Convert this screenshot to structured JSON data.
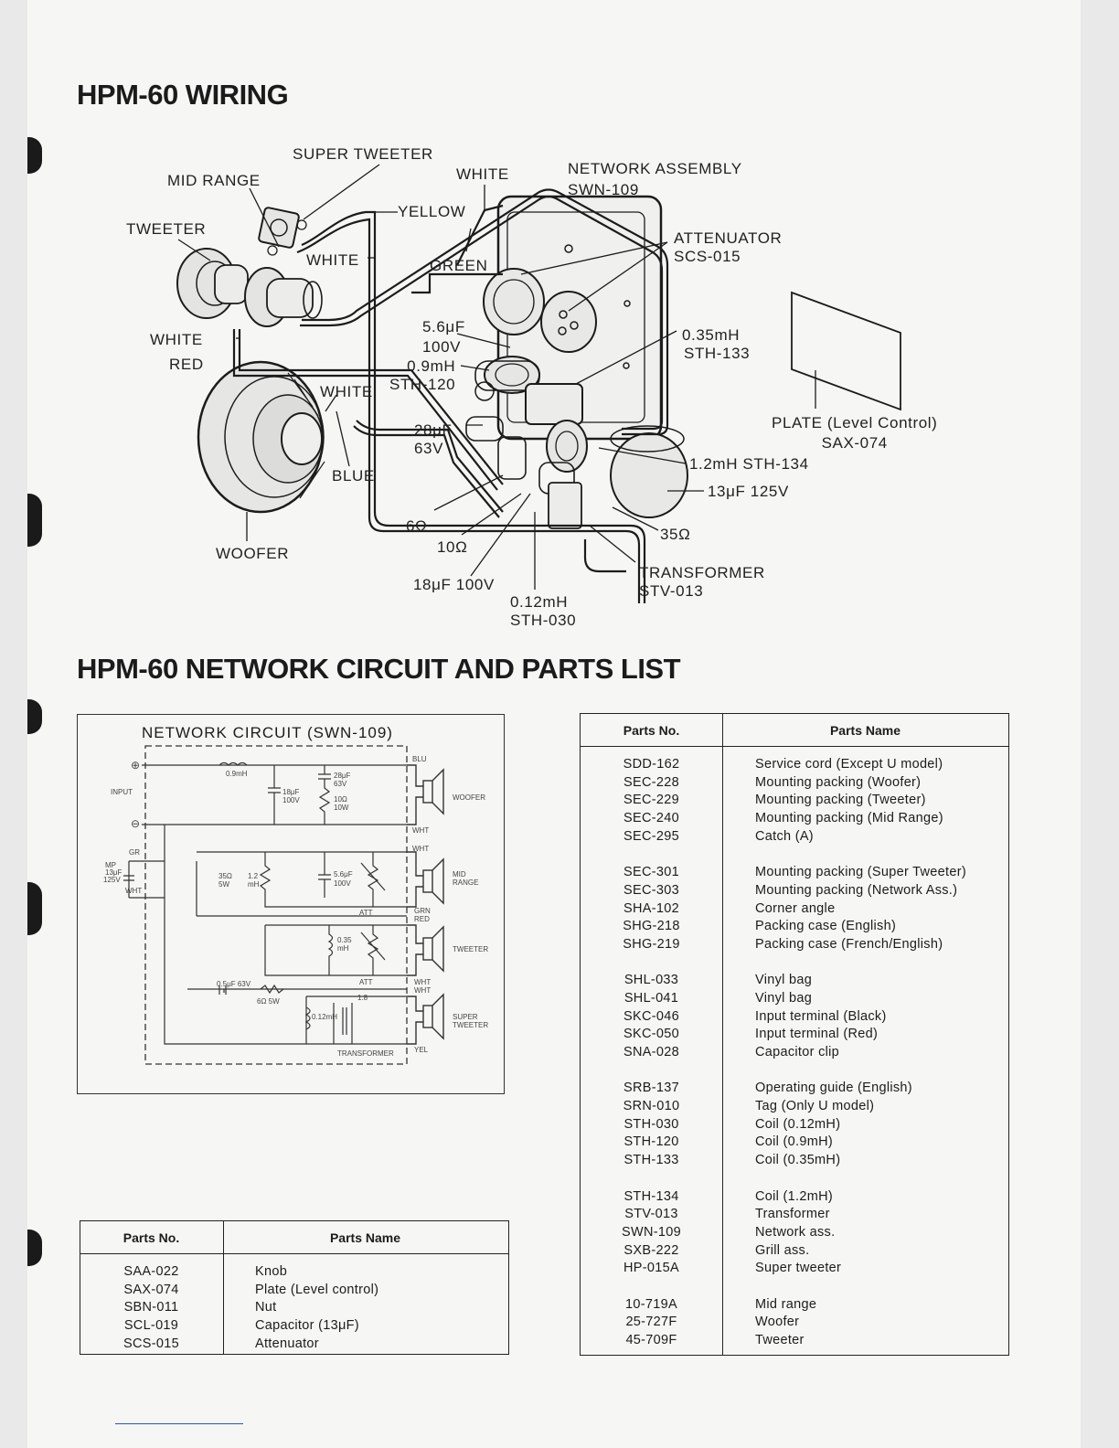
{
  "wiring": {
    "title": "HPM-60 WIRING",
    "labels": {
      "super_tweeter": "SUPER TWEETER",
      "mid_range": "MID RANGE",
      "tweeter": "TWEETER",
      "white_top": "WHITE",
      "network_assembly": "NETWORK ASSEMBLY",
      "network_code": "SWN-109",
      "yellow": "YELLOW",
      "white_mid": "WHITE",
      "green": "GREEN",
      "attenuator": "ATTENUATOR",
      "attenuator_code": "SCS-015",
      "cap_56": "5.6μF",
      "cap_56_v": "100V",
      "coil_09": "0.9mH",
      "coil_09_code": "STH-120",
      "coil_035": "0.35mH",
      "coil_035_code": "STH-133",
      "white_left": "WHITE",
      "red": "RED",
      "white_woofer": "WHITE",
      "plate": "PLATE (Level Control)",
      "plate_code": "SAX-074",
      "cap_28": "28μF",
      "cap_28_v": "63V",
      "blue": "BLUE",
      "coil_12": "1.2mH STH-134",
      "cap_13": "13μF 125V",
      "res_6": "6Ω",
      "res_10": "10Ω",
      "res_35": "35Ω",
      "woofer": "WOOFER",
      "transformer": "TRANSFORMER",
      "transformer_code": "STV-013",
      "cap_18": "18μF 100V",
      "coil_012": "0.12mH",
      "coil_012_code": "STH-030"
    }
  },
  "network": {
    "title": "HPM-60 NETWORK CIRCUIT AND PARTS LIST",
    "circuit_title": "NETWORK CIRCUIT (SWN-109)",
    "labels": {
      "input": "INPUT",
      "plus": "⊕",
      "minus": "⊖",
      "coil_09": "0.9mH",
      "cap_18": "18μF",
      "cap_18_v": "100V",
      "cap_28": "28μF",
      "cap_28_v": "63V",
      "res_10": "10Ω",
      "res_10_w": "10W",
      "blu": "BLU",
      "wht1": "WHT",
      "woofer": "WOOFER",
      "gr": "GR",
      "mp": "MP",
      "mp_cap": "13μF",
      "mp_v": "125V",
      "wht_left": "WHT",
      "res_35": "35Ω",
      "res_35_w": "5W",
      "coil_12": "1.2",
      "coil_12_u": "mH",
      "cap_56": "5.6μF",
      "cap_56_v": "100V",
      "wht2": "WHT",
      "mid_range_1": "MID",
      "mid_range_2": "RANGE",
      "att1": "ATT",
      "grn": "GRN",
      "red": "RED",
      "coil_035": "0.35",
      "coil_035_u": "mH",
      "tweeter": "TWEETER",
      "att2": "ATT",
      "wht3": "WHT",
      "wht4": "WHT",
      "cap_05": "0.5μF 63V",
      "res_6": "6Ω 5W",
      "ratio": "1:8",
      "coil_012": "0.12mH",
      "super_tweeter_1": "SUPER",
      "super_tweeter_2": "TWEETER",
      "transformer": "TRANSFORMER",
      "yel": "YEL"
    }
  },
  "parts_table_small": {
    "headers": [
      "Parts No.",
      "Parts Name"
    ],
    "rows": [
      {
        "no": "SAA-022",
        "name": "Knob"
      },
      {
        "no": "SAX-074",
        "name": "Plate (Level control)"
      },
      {
        "no": "SBN-011",
        "name": "Nut"
      },
      {
        "no": "SCL-019",
        "name": "Capacitor (13μF)"
      },
      {
        "no": "SCS-015",
        "name": "Attenuator"
      }
    ]
  },
  "parts_table_main": {
    "headers": [
      "Parts No.",
      "Parts Name"
    ],
    "groups": [
      [
        {
          "no": "SDD-162",
          "name": "Service cord (Except U model)"
        },
        {
          "no": "SEC-228",
          "name": "Mounting packing (Woofer)"
        },
        {
          "no": "SEC-229",
          "name": "Mounting packing (Tweeter)"
        },
        {
          "no": "SEC-240",
          "name": "Mounting packing (Mid Range)"
        },
        {
          "no": "SEC-295",
          "name": "Catch (A)"
        }
      ],
      [
        {
          "no": "SEC-301",
          "name": "Mounting packing (Super Tweeter)"
        },
        {
          "no": "SEC-303",
          "name": "Mounting packing (Network Ass.)"
        },
        {
          "no": "SHA-102",
          "name": "Corner angle"
        },
        {
          "no": "SHG-218",
          "name": "Packing case (English)"
        },
        {
          "no": "SHG-219",
          "name": "Packing case (French/English)"
        }
      ],
      [
        {
          "no": "SHL-033",
          "name": "Vinyl bag"
        },
        {
          "no": "SHL-041",
          "name": "Vinyl bag"
        },
        {
          "no": "SKC-046",
          "name": "Input terminal (Black)"
        },
        {
          "no": "SKC-050",
          "name": "Input terminal (Red)"
        },
        {
          "no": "SNA-028",
          "name": "Capacitor clip"
        }
      ],
      [
        {
          "no": "SRB-137",
          "name": "Operating guide (English)"
        },
        {
          "no": "SRN-010",
          "name": "Tag (Only U model)"
        },
        {
          "no": "STH-030",
          "name": "Coil (0.12mH)"
        },
        {
          "no": "STH-120",
          "name": "Coil (0.9mH)"
        },
        {
          "no": "STH-133",
          "name": "Coil (0.35mH)"
        }
      ],
      [
        {
          "no": "STH-134",
          "name": "Coil (1.2mH)"
        },
        {
          "no": "STV-013",
          "name": "Transformer"
        },
        {
          "no": "SWN-109",
          "name": "Network ass."
        },
        {
          "no": "SXB-222",
          "name": "Grill ass."
        },
        {
          "no": "HP-015A",
          "name": "Super tweeter"
        }
      ],
      [
        {
          "no": "10-719A",
          "name": "Mid range"
        },
        {
          "no": "25-727F",
          "name": "Woofer"
        },
        {
          "no": "45-709F",
          "name": "Tweeter"
        }
      ]
    ]
  }
}
